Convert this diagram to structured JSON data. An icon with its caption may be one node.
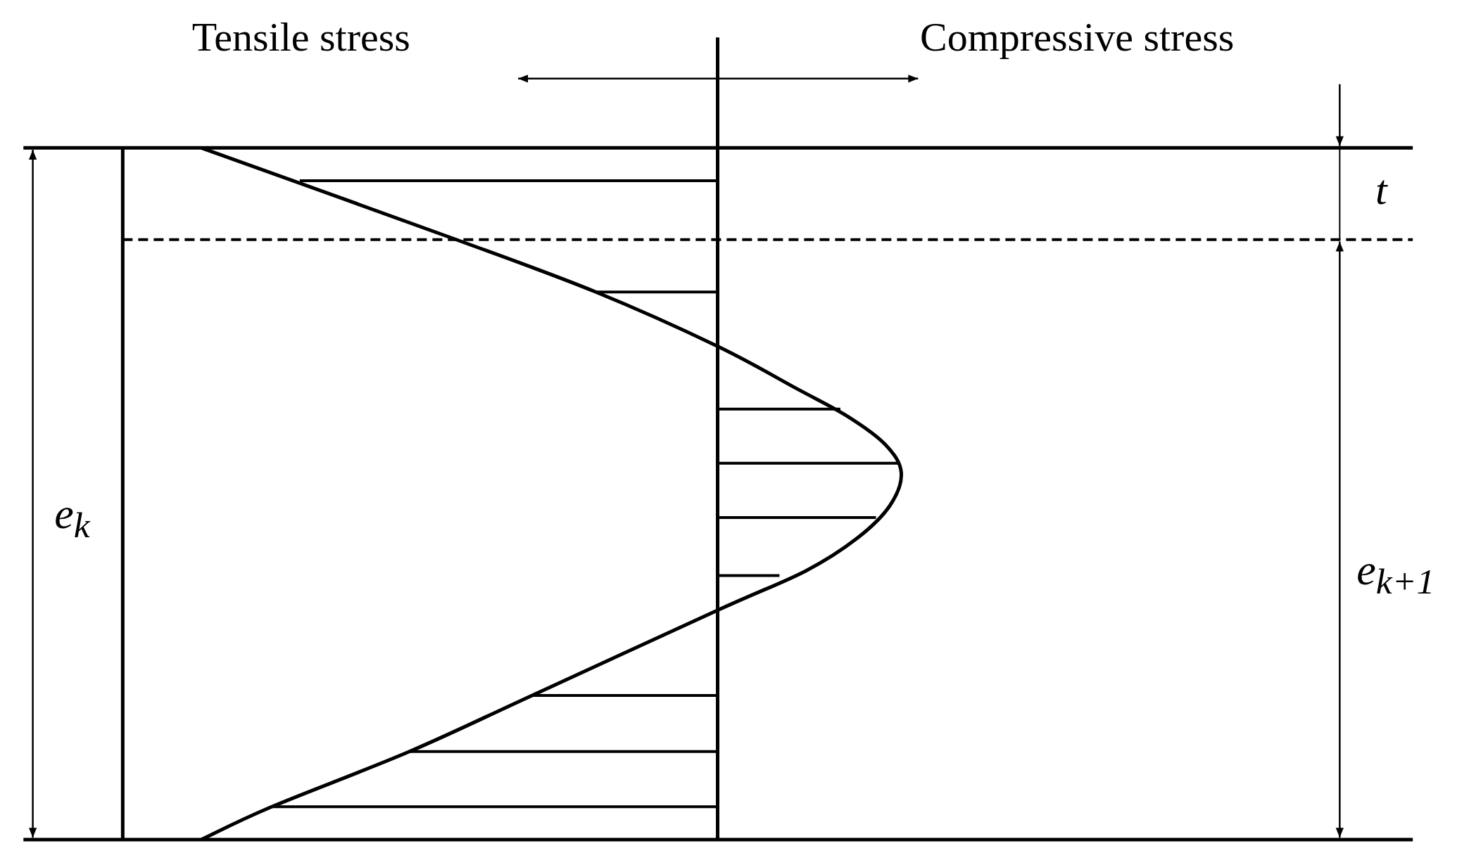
{
  "diagram": {
    "labels": [
      "Tensile stress",
      "Compressive stress",
      "t",
      "e$_{k}$",
      "e$_{k+1}$"
    ]
  }
}
